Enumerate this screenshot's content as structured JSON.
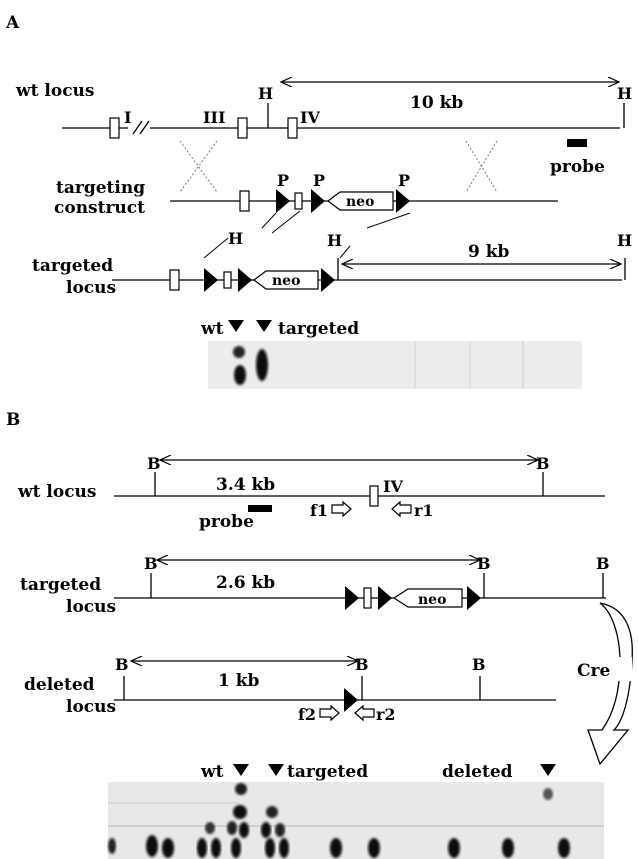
{
  "panel_a": {
    "letter": "A",
    "wt_label": "wt locus",
    "exon_i": "I",
    "exon_iii": "III",
    "exon_iv": "IV",
    "h": "H",
    "p": "P",
    "size_wt": "10 kb",
    "probe": "probe",
    "construct_line1": "targeting",
    "construct_line2": "construct",
    "neo": "neo",
    "targeted_line1": "targeted",
    "targeted_line2": "locus",
    "size_targeted": "9 kb",
    "blot_wt": "wt",
    "blot_targeted": "targeted"
  },
  "panel_b": {
    "letter": "B",
    "b": "B",
    "wt_label": "wt locus",
    "size_wt": "3.4 kb",
    "exon_iv": "IV",
    "probe": "probe",
    "f1": "f1",
    "r1": "r1",
    "targeted_line1": "targeted",
    "targeted_line2": "locus",
    "size_targeted": "2.6 kb",
    "neo": "neo",
    "cre": "Cre",
    "deleted_line1": "deleted",
    "deleted_line2": "locus",
    "size_deleted": "1 kb",
    "f2": "f2",
    "r2": "r2",
    "blot_wt": "wt",
    "blot_targeted": "targeted",
    "blot_deleted": "deleted"
  },
  "colors": {
    "ink": "#000000",
    "blot_bg": "#ececec",
    "band": "#111111"
  }
}
